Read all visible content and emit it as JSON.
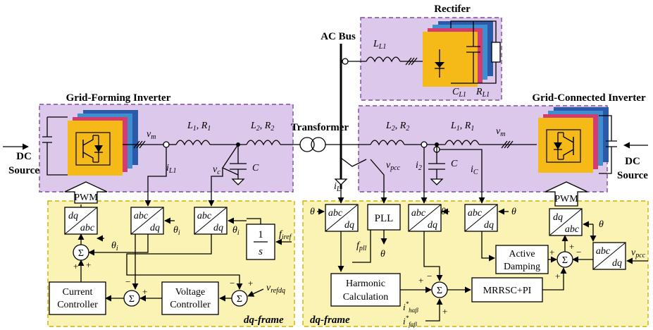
{
  "labels": {
    "rectifier_title": "Rectifer",
    "ac_bus": "AC Bus",
    "gfi_title": "Grid-Forming Inverter",
    "gci_title": "Grid-Connected Inverter",
    "transformer": "Transformer",
    "dc_source_left_1": "DC",
    "dc_source_left_2": "Source",
    "dc_source_right_1": "DC",
    "dc_source_right_2": "Source",
    "pwm_left": "PWM",
    "pwm_right": "PWM",
    "dq_frame_left": "dq-frame",
    "dq_frame_right": "dq-frame",
    "current_controller_1": "Current",
    "current_controller_2": "Controller",
    "voltage_controller_1": "Voltage",
    "voltage_controller_2": "Controller",
    "harmonic_1": "Harmonic",
    "harmonic_2": "Calculation",
    "active_damping_1": "Active",
    "active_damping_2": "Damping",
    "mrrsc": "MRRSC+PI",
    "pll": "PLL",
    "abc": "abc",
    "dq": "dq",
    "sigma": "Σ",
    "integrator_num": "1",
    "integrator_den": "s"
  },
  "symbols": {
    "L_L1": "L",
    "L_L1_sub": "L1",
    "C_L1": "C",
    "C_L1_sub": "L1",
    "R_L1": "R",
    "R_L1_sub": "L1",
    "L1": "L",
    "L1_sub": "1",
    "R1": "R",
    "R1_sub": "1",
    "L2": "L",
    "L2_sub": "2",
    "R2": "R",
    "R2_sub": "2",
    "vm": "v",
    "vm_sub": "m",
    "vc": "v",
    "vc_sub": "c",
    "iL1": "i",
    "iL1_sub": "L1",
    "C": "C",
    "vpcc": "v",
    "vpcc_sub": "pcc",
    "i2": "i",
    "i2_sub": "2",
    "iC": "i",
    "iC_sub": "C",
    "iL": "i",
    "iL_sub": "L",
    "theta": "θ",
    "theta_i": "θ",
    "theta_i_sub": "i",
    "f_iref": "f",
    "f_iref_sub": "iref",
    "v_refdq": "v",
    "v_refdq_sub": "refdq",
    "f_pll": "f",
    "f_pll_sub": "pll",
    "i_hab": "i",
    "i_hab_sub": "hαβ",
    "i_fab": "i",
    "i_fab_sub": "fαβ",
    "star": "*",
    "plus": "+",
    "minus": "−"
  },
  "colors": {
    "purple_zone": "#dcc8ea",
    "yellow_zone": "#fbf3b4",
    "switch_orange": "#f5b918"
  }
}
